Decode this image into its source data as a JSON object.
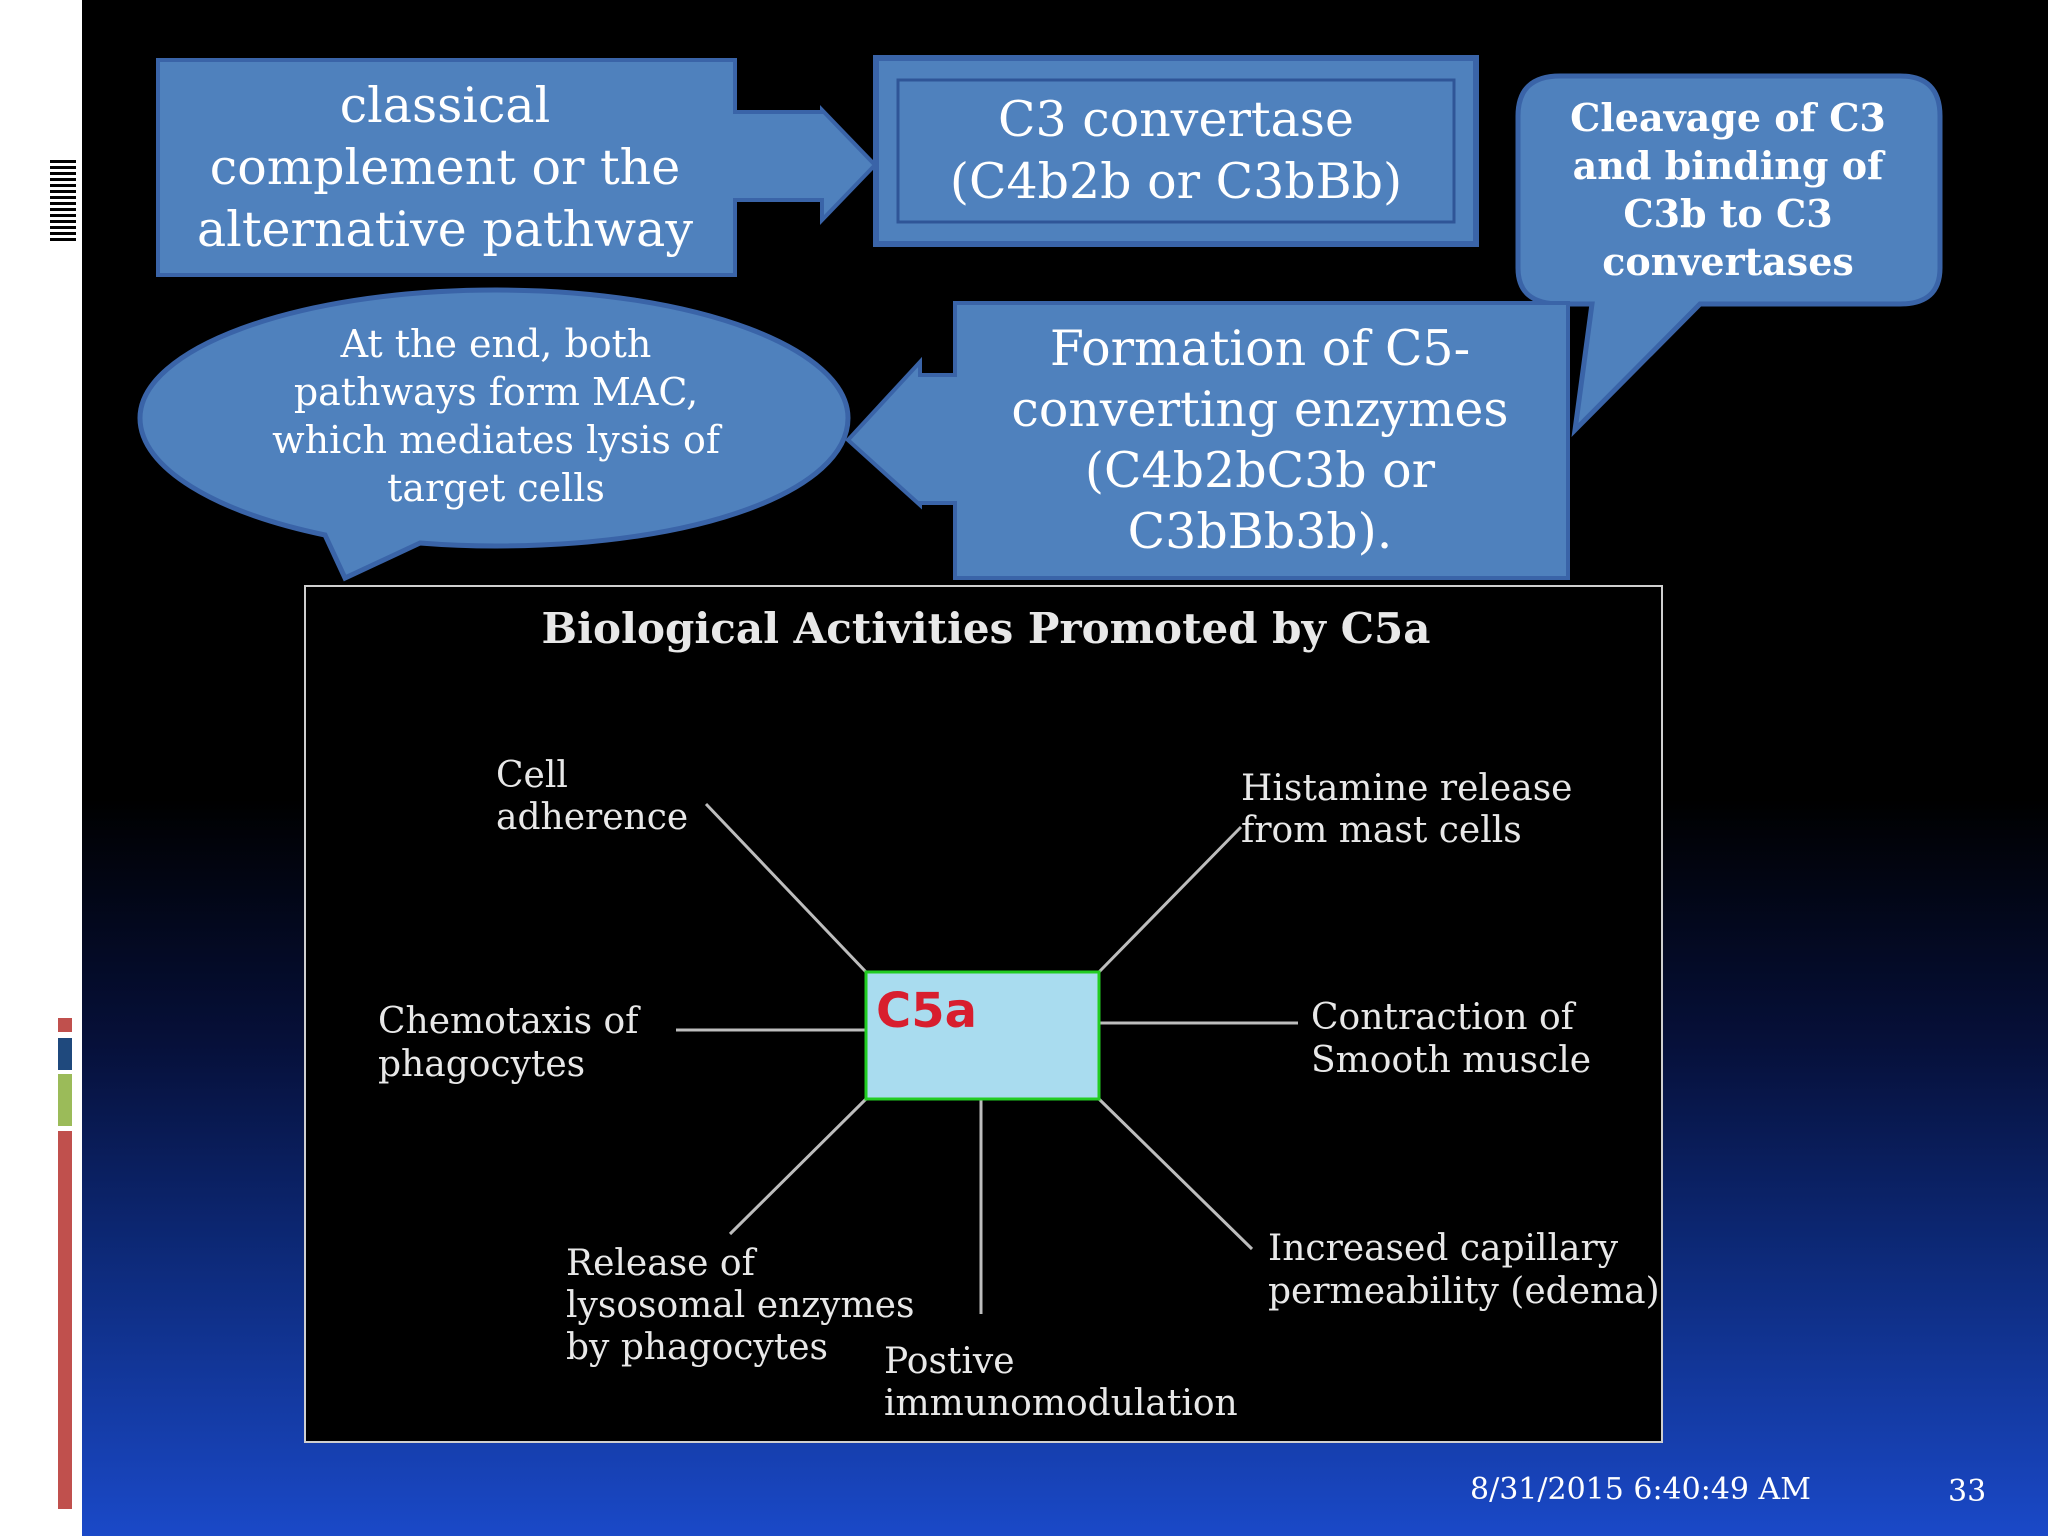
{
  "slide": {
    "box_pathway": "classical complement or the alternative pathway",
    "box_convertase": "C3 convertase (C4b2b or C3bBb)",
    "callout_cleavage": "Cleavage of C3 and binding of C3b to C3 convertases",
    "box_formation": "Formation of C5-converting enzymes (C4b2bC3b or C3bBb3b).",
    "callout_mac": "At the end, both pathways form MAC, which mediates lysis of target cells"
  },
  "figure": {
    "title": "Biological Activities Promoted by C5a",
    "center": "C5a",
    "labels": {
      "cell_adherence": [
        "Cell",
        "adherence"
      ],
      "histamine": [
        "Histamine release",
        "from mast cells"
      ],
      "chemotaxis": [
        "Chemotaxis of",
        "phagocytes"
      ],
      "contraction": [
        "Contraction of",
        "Smooth muscle"
      ],
      "release": [
        "Release of",
        "lysosomal enzymes",
        "by phagocytes"
      ],
      "capillary": [
        "Increased capillary",
        "permeability (edema)"
      ],
      "immuno": [
        "Postive",
        "immunomodulation"
      ]
    }
  },
  "footer": {
    "date": "8/31/2015 6:40:49 AM",
    "page": "33"
  },
  "colors": {
    "box_fill": "#4f81bd",
    "box_border": "#3a64a8",
    "center_fill": "#a9dcef",
    "center_border": "#22cc22",
    "center_text": "#d81e2e",
    "bar_red": "#c0504d",
    "bar_blue": "#1f497d",
    "bar_green": "#9bbb59"
  }
}
